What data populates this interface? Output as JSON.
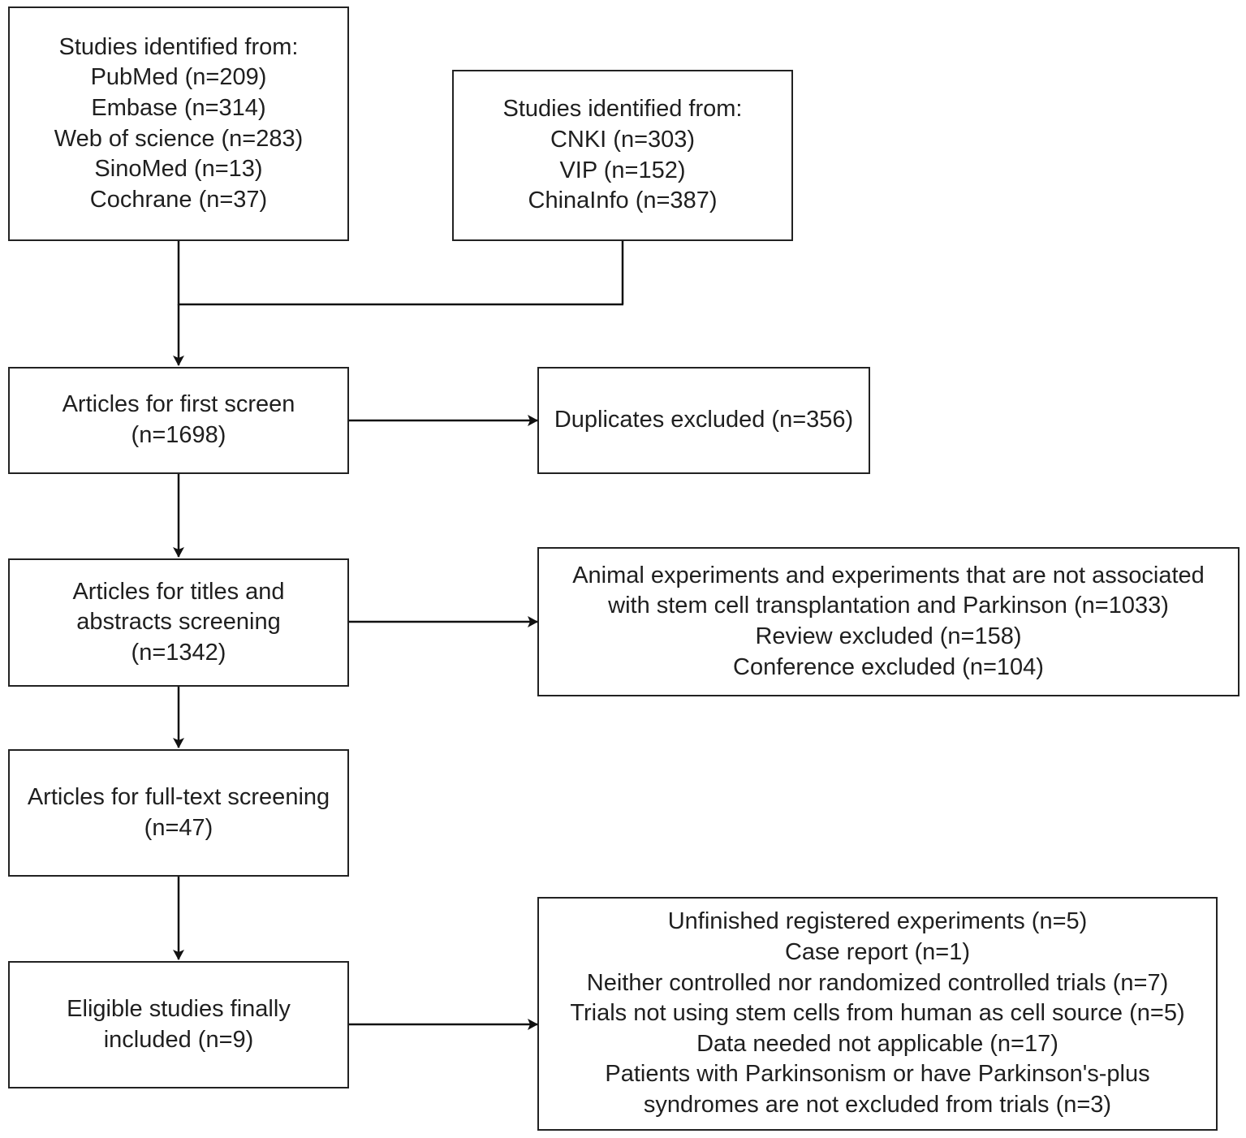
{
  "boxes": {
    "sources_english": {
      "lines": [
        "Studies identified from:",
        "PubMed (n=209)",
        "Embase (n=314)",
        "Web of science (n=283)",
        "SinoMed (n=13)",
        "Cochrane (n=37)"
      ]
    },
    "sources_chinese": {
      "lines": [
        "Studies identified from:",
        "CNKI (n=303)",
        "VIP (n=152)",
        "ChinaInfo (n=387)"
      ]
    },
    "first_screen": {
      "lines": [
        "Articles for first screen",
        "(n=1698)"
      ]
    },
    "duplicates": {
      "lines": [
        "Duplicates excluded (n=356)"
      ]
    },
    "titles_abstracts": {
      "lines": [
        "Articles for titles and",
        "abstracts screening",
        "(n=1342)"
      ]
    },
    "exclusion_1": {
      "lines": [
        "Animal experiments and experiments that are not associated",
        "with stem cell transplantation and Parkinson (n=1033)",
        "Review excluded (n=158)",
        "Conference excluded (n=104)"
      ]
    },
    "full_text": {
      "lines": [
        "Articles for full-text screening",
        "(n=47)"
      ]
    },
    "eligible": {
      "lines": [
        "Eligible studies finally",
        "included (n=9)"
      ]
    },
    "exclusion_2": {
      "lines": [
        "Unfinished registered experiments (n=5)",
        "Case report (n=1)",
        "Neither controlled nor randomized controlled trials (n=7)",
        "Trials not using stem cells from human as cell source (n=5)",
        "Data needed not applicable (n=17)",
        "Patients with Parkinsonism or have Parkinson's-plus",
        "syndromes are not excluded from trials (n=3)"
      ]
    }
  }
}
